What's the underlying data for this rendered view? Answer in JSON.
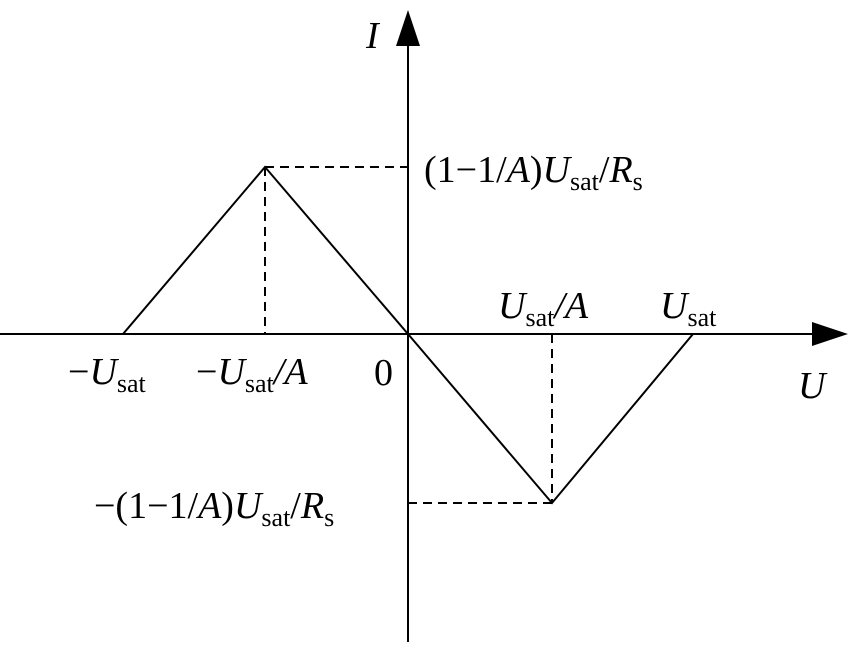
{
  "axes": {
    "x_label": "U",
    "y_label": "I",
    "origin_label": "0"
  },
  "curve": {
    "description_points": "negative-resistance I-U characteristic: rises from -Usat to peak at -Usat/A, falls through origin to trough at Usat/A, rises to zero at Usat"
  },
  "labels": {
    "neg_usat": {
      "prefix": "−",
      "main": "U",
      "sub": "sat"
    },
    "neg_usat_over_a": {
      "prefix": "−",
      "main": "U",
      "sub": "sat",
      "suffix": "/A"
    },
    "usat_over_a": {
      "main": "U",
      "sub": "sat",
      "suffix": "/A"
    },
    "usat": {
      "main": "U",
      "sub": "sat"
    },
    "peak_current": {
      "pre": "(1−1/",
      "a": "A",
      "mid": ")",
      "main": "U",
      "sub": "sat",
      "slash": "/",
      "r": "R",
      "rsub": "s"
    },
    "trough_current": {
      "pre": "−(1−1/",
      "a": "A",
      "mid": ")",
      "main": "U",
      "sub": "sat",
      "slash": "/",
      "r": "R",
      "rsub": "s"
    }
  }
}
